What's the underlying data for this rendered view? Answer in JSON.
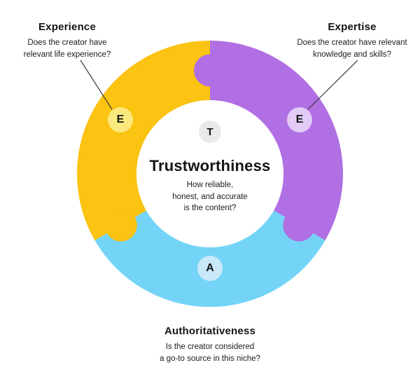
{
  "colors": {
    "background": "#FFFFFF",
    "segment_experience": "#FBC312",
    "segment_expertise": "#B16FE4",
    "segment_authoritativeness": "#74D4F7",
    "badge_experience": "#FAE97E",
    "badge_expertise": "#E2CBF6",
    "badge_authoritativeness": "#C9E8F8",
    "badge_trustworthiness": "#E9E9EB",
    "inner_circle": "#FFFFFF",
    "text": "#141414",
    "line": "#3A3A3A"
  },
  "center": {
    "badge_letter": "T",
    "title": "Trustworthiness",
    "desc_lines": [
      "How reliable,",
      "honest, and accurate",
      "is the content?"
    ]
  },
  "labels": {
    "experience": {
      "badge_letter": "E",
      "title": "Experience",
      "desc_lines": [
        "Does the creator have",
        "relevant life experience?"
      ]
    },
    "expertise": {
      "badge_letter": "E",
      "title": "Expertise",
      "desc_lines": [
        "Does the creator have relevant",
        "knowledge and skills?"
      ]
    },
    "authoritativeness": {
      "badge_letter": "A",
      "title": "Authoritativeness",
      "desc_lines": [
        "Is the creator considered",
        "a go-to source in this niche?"
      ]
    }
  }
}
